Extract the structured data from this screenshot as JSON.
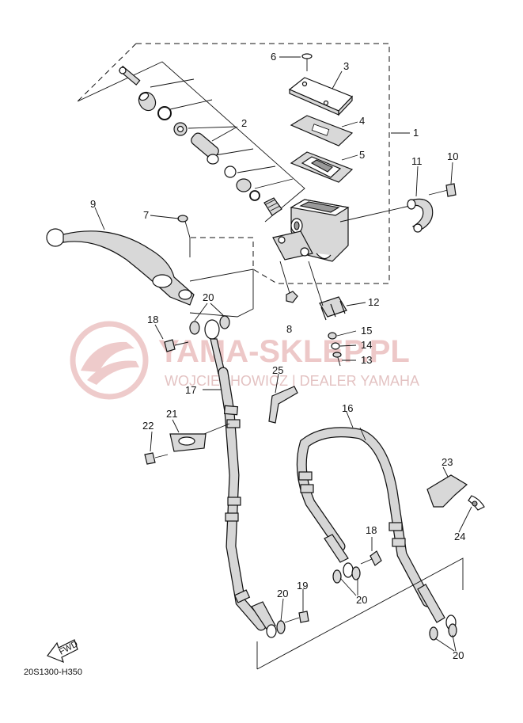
{
  "watermark": {
    "main": "YAMA-SKLEP.PL",
    "sub": "WOJCIECHOWICZ | DEALER YAMAHA"
  },
  "diagram_code": "20S1300-H350",
  "fwd_label": "FWD",
  "callouts": {
    "c1": "1",
    "c2": "2",
    "c3": "3",
    "c4": "4",
    "c5": "5",
    "c6": "6",
    "c7": "7",
    "c8": "8",
    "c9": "9",
    "c10": "10",
    "c11": "11",
    "c12": "12",
    "c13": "13",
    "c14": "14",
    "c15": "15",
    "c16": "16",
    "c17": "17",
    "c18a": "18",
    "c18b": "18",
    "c19": "19",
    "c20a": "20",
    "c20b": "20",
    "c20c": "20",
    "c20d": "20",
    "c21": "21",
    "c22": "22",
    "c23": "23",
    "c24": "24",
    "c25": "25"
  },
  "colors": {
    "watermark": "#e8b6b6",
    "line": "#111111",
    "hose_fill": "#d6d6d6"
  }
}
